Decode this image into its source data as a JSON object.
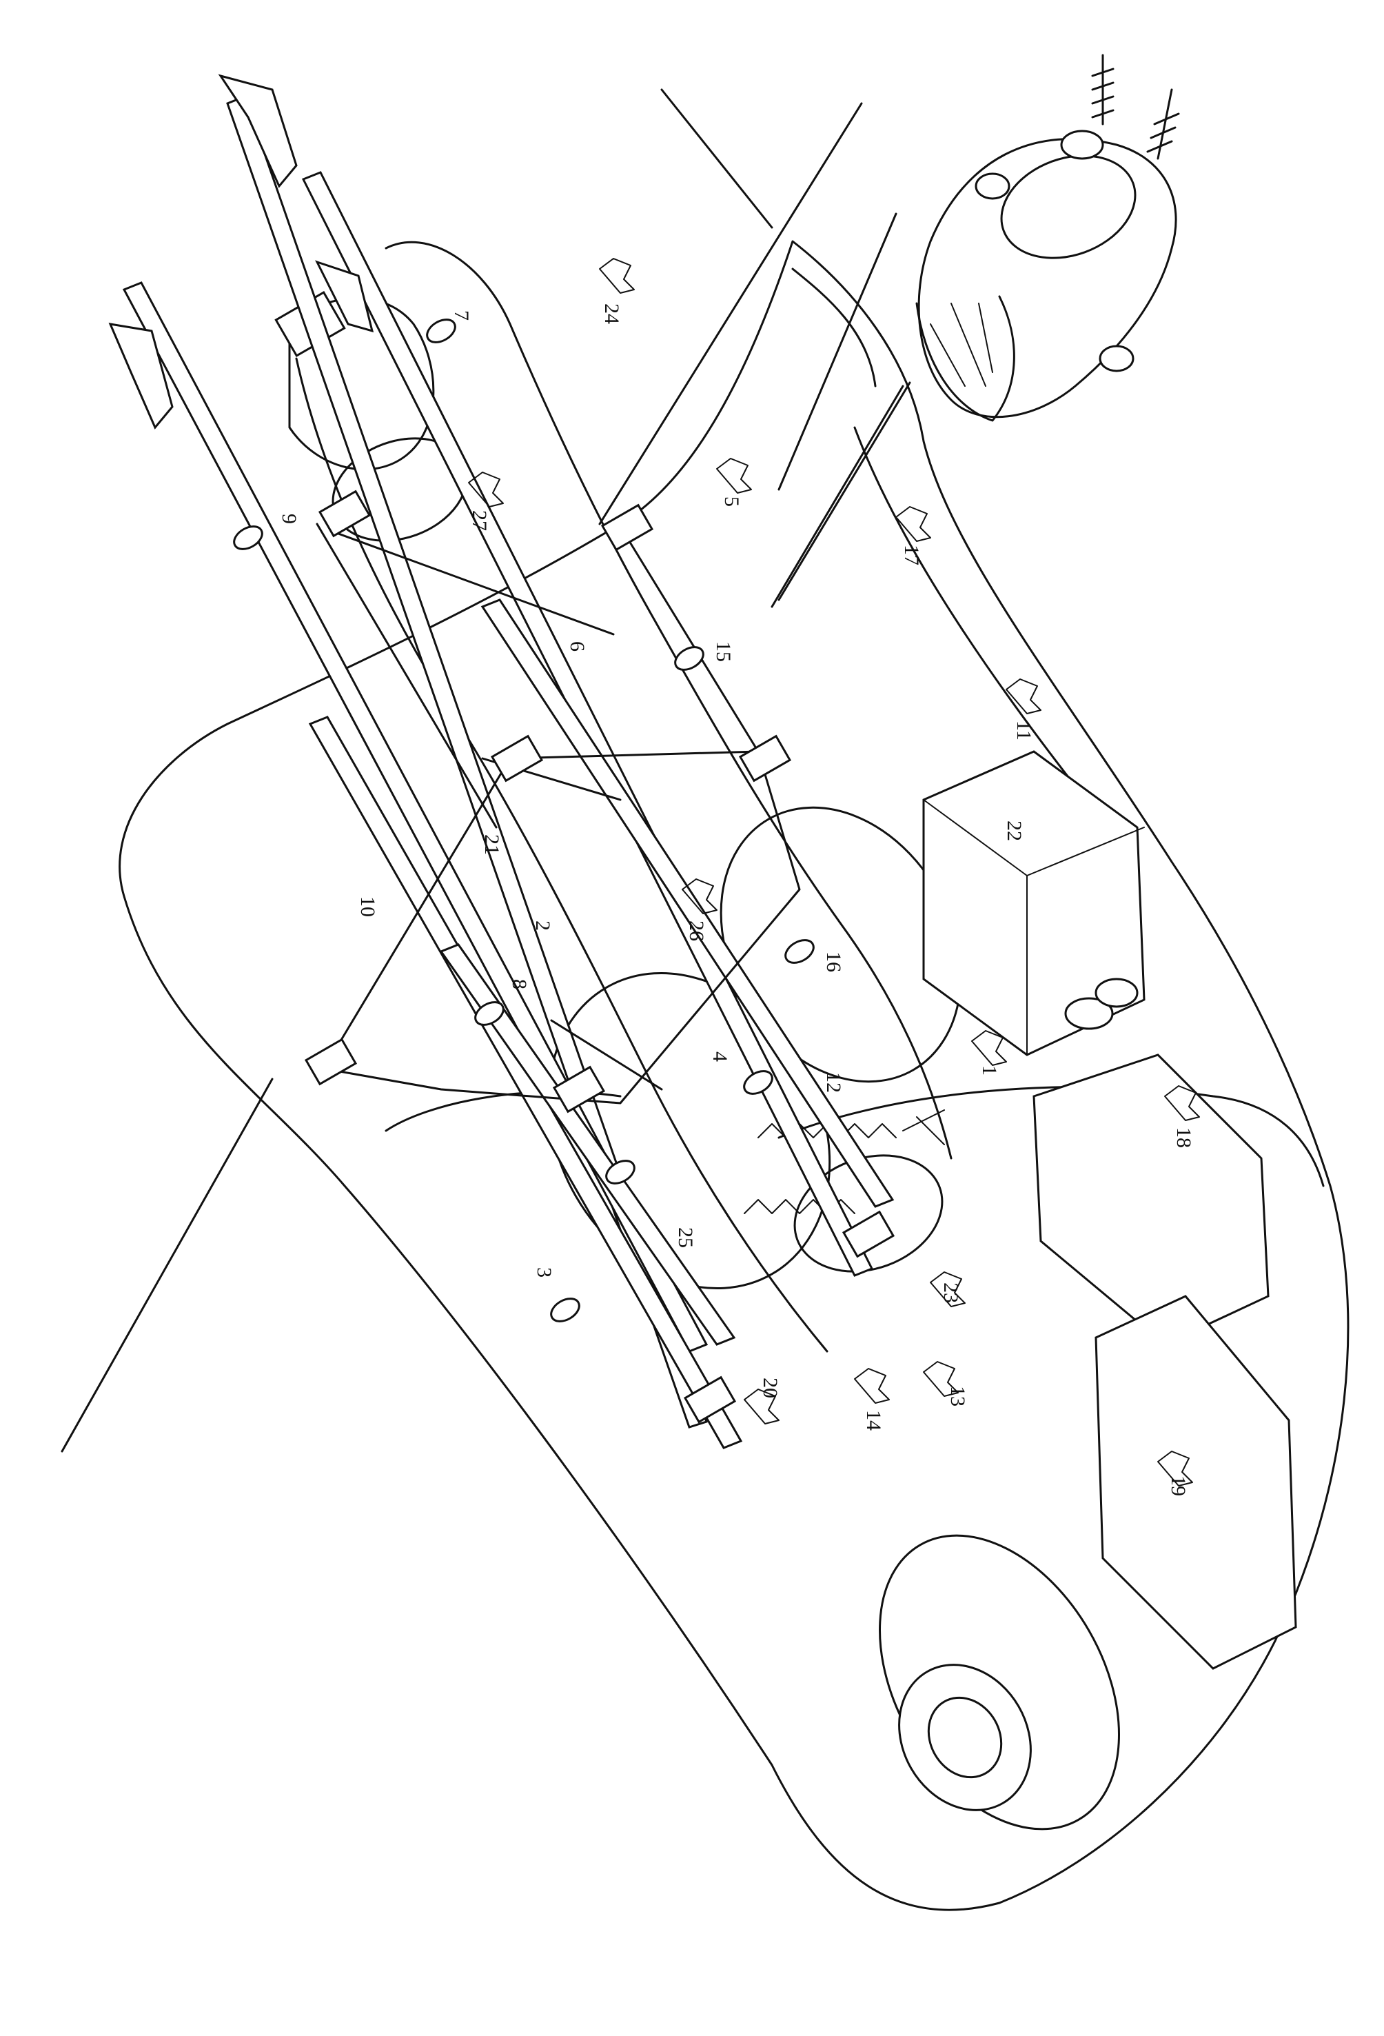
{
  "callouts": [
    {
      "n": "1"
    },
    {
      "n": "2"
    },
    {
      "n": "3"
    },
    {
      "n": "4"
    },
    {
      "n": "5"
    },
    {
      "n": "6"
    },
    {
      "n": "7"
    },
    {
      "n": "8"
    },
    {
      "n": "9"
    },
    {
      "n": "10"
    },
    {
      "n": "11"
    },
    {
      "n": "12"
    },
    {
      "n": "13"
    },
    {
      "n": "14"
    },
    {
      "n": "15"
    },
    {
      "n": "16"
    },
    {
      "n": "17"
    },
    {
      "n": "18"
    },
    {
      "n": "19"
    },
    {
      "n": "20"
    },
    {
      "n": "21"
    },
    {
      "n": "22"
    },
    {
      "n": "23"
    },
    {
      "n": "24"
    },
    {
      "n": "25"
    },
    {
      "n": "26"
    },
    {
      "n": "27"
    }
  ],
  "colors": {
    "ink": "#111111",
    "paper": "#ffffff"
  }
}
